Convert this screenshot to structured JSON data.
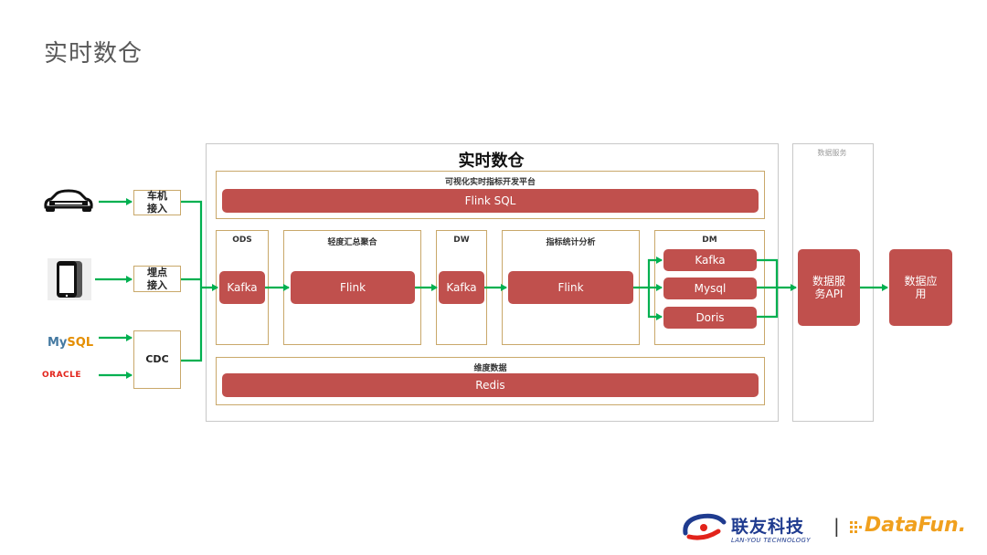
{
  "page": {
    "title": "实时数仓"
  },
  "sources": {
    "car_access": "车机\n接入",
    "tracking_access": "埋点\n接入",
    "cdc": "CDC",
    "mysql_logo_a": "My",
    "mysql_logo_b": "SQL",
    "oracle_logo": "ORACLE"
  },
  "warehouse": {
    "title": "实时数仓",
    "platform_label": "可视化实时指标开发平台",
    "platform_bar": "Flink SQL",
    "ods_label": "ODS",
    "ods_kafka": "Kafka",
    "light_agg_label": "轻度汇总聚合",
    "light_agg_flink": "Flink",
    "dw_label": "DW",
    "dw_kafka": "Kafka",
    "metric_label": "指标统计分析",
    "metric_flink": "Flink",
    "dm_label": "DM",
    "dm_kafka": "Kafka",
    "dm_mysql": "Mysql",
    "dm_doris": "Doris",
    "dim_label": "维度数据",
    "dim_redis": "Redis"
  },
  "service": {
    "title": "数据服务",
    "api": "数据服\n务API",
    "app": "数据应\n用"
  },
  "brand": {
    "company_cn": "联友科技",
    "company_en": "LAN-YOU TECHNOLOGY",
    "separator": "|",
    "partner": "DataFun."
  },
  "colors": {
    "block_red": "#c0504d",
    "arrow_green": "#00b050",
    "frame_gold": "#c9a86a"
  }
}
